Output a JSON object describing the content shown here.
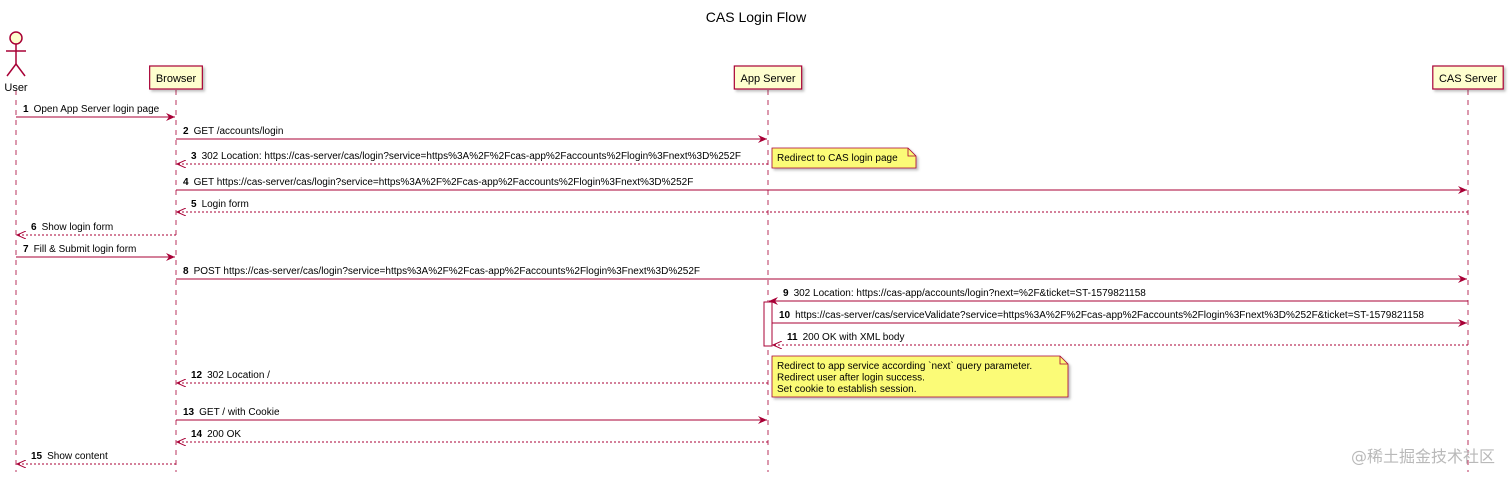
{
  "title": "CAS Login Flow",
  "colors": {
    "accent": "#a80036",
    "participant_fill": "#fefece",
    "note_fill": "#fbfb77",
    "lifeline": "#a80036"
  },
  "participants": [
    {
      "id": "user",
      "label": "User",
      "kind": "actor"
    },
    {
      "id": "browser",
      "label": "Browser",
      "kind": "box"
    },
    {
      "id": "app",
      "label": "App Server",
      "kind": "box"
    },
    {
      "id": "cas",
      "label": "CAS Server",
      "kind": "box"
    }
  ],
  "messages": [
    {
      "num": "1",
      "text": "Open App Server login page",
      "from": "user",
      "to": "browser",
      "dashed": false
    },
    {
      "num": "2",
      "text": "GET /accounts/login",
      "from": "browser",
      "to": "app",
      "dashed": false
    },
    {
      "num": "3",
      "text": "302 Location: https://cas-server/cas/login?service=https%3A%2F%2Fcas-app%2Faccounts%2Flogin%3Fnext%3D%252F",
      "from": "app",
      "to": "browser",
      "dashed": true
    },
    {
      "num": "4",
      "text": "GET https://cas-server/cas/login?service=https%3A%2F%2Fcas-app%2Faccounts%2Flogin%3Fnext%3D%252F",
      "from": "browser",
      "to": "cas",
      "dashed": false
    },
    {
      "num": "5",
      "text": "Login form",
      "from": "cas",
      "to": "browser",
      "dashed": true
    },
    {
      "num": "6",
      "text": "Show login form",
      "from": "browser",
      "to": "user",
      "dashed": true
    },
    {
      "num": "7",
      "text": "Fill & Submit login form",
      "from": "user",
      "to": "browser",
      "dashed": false
    },
    {
      "num": "8",
      "text": "POST https://cas-server/cas/login?service=https%3A%2F%2Fcas-app%2Faccounts%2Flogin%3Fnext%3D%252F",
      "from": "browser",
      "to": "cas",
      "dashed": false
    },
    {
      "num": "9",
      "text": "302 Location: https://cas-app/accounts/login?next=%2F&ticket=ST-1579821158",
      "from": "cas",
      "to": "app",
      "dashed": false
    },
    {
      "num": "10",
      "text": "https://cas-server/cas/serviceValidate?service=https%3A%2F%2Fcas-app%2Faccounts%2Flogin%3Fnext%3D%252F&ticket=ST-1579821158",
      "from": "app",
      "to": "cas",
      "dashed": false
    },
    {
      "num": "11",
      "text": "200 OK with XML body",
      "from": "cas",
      "to": "app",
      "dashed": true
    },
    {
      "num": "12",
      "text": "302 Location /",
      "from": "app",
      "to": "browser",
      "dashed": true
    },
    {
      "num": "13",
      "text": "GET / with Cookie",
      "from": "browser",
      "to": "app",
      "dashed": false
    },
    {
      "num": "14",
      "text": "200 OK",
      "from": "app",
      "to": "browser",
      "dashed": true
    },
    {
      "num": "15",
      "text": "Show content",
      "from": "browser",
      "to": "user",
      "dashed": true
    }
  ],
  "notes": [
    {
      "after_message": "3",
      "lines": [
        "Redirect to CAS login page"
      ]
    },
    {
      "after_message": "12",
      "lines": [
        "Redirect to app service according `next` query parameter.",
        "Redirect user after login success.",
        "Set cookie to establish session."
      ]
    }
  ],
  "watermark": "@稀土掘金技术社区"
}
